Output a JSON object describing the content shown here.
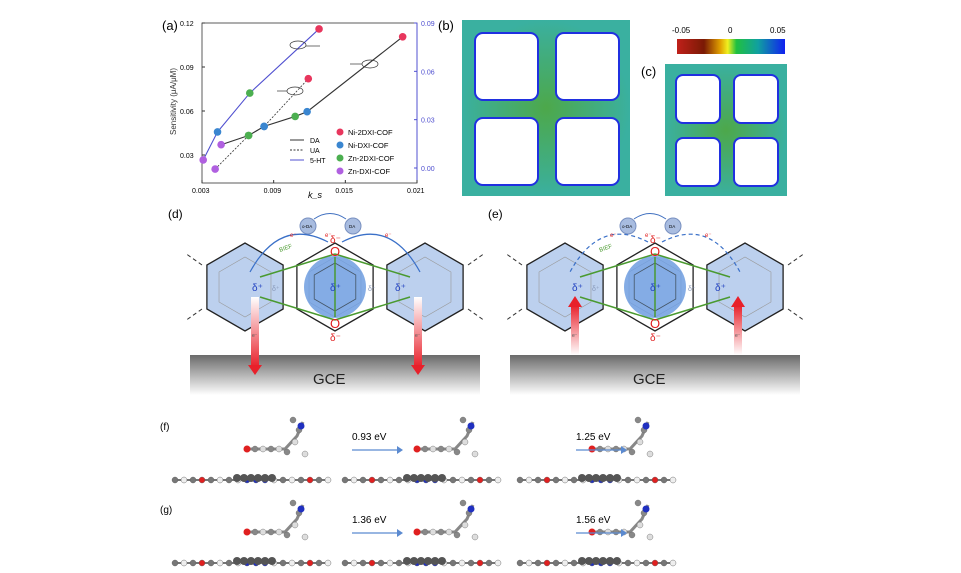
{
  "panel_labels": {
    "a": "(a)",
    "b": "(b)",
    "c": "(c)",
    "d": "(d)",
    "e": "(e)",
    "f": "(f)",
    "g": "(g)"
  },
  "chart_data": {
    "type": "scatter",
    "title": "",
    "xlabel": "k_s",
    "ylabel": "Sensitivity (μA/μM)",
    "xlim": [
      0.003,
      0.021
    ],
    "ylim_left": [
      0.015,
      0.12
    ],
    "ylim_right": [
      -0.01,
      0.09
    ],
    "xticks": [
      "0.003",
      "0.009",
      "0.015",
      "0.021"
    ],
    "yticks_left": [
      "0.03",
      "0.06",
      "0.09",
      "0.12"
    ],
    "yticks_right": [
      "0.00",
      "0.03",
      "0.06",
      "0.09"
    ],
    "legend_lines": [
      {
        "name": "DA",
        "style": "solid",
        "color": "#333333"
      },
      {
        "name": "UA",
        "style": "dotted",
        "color": "#333333"
      },
      {
        "name": "5-HT",
        "style": "solid",
        "color": "#5050d0"
      }
    ],
    "legend_markers": [
      {
        "name": "Ni-2DXI-COF",
        "color": "#e8365d"
      },
      {
        "name": "Ni-DXI-COF",
        "color": "#3a86d0"
      },
      {
        "name": "Zn-2DXI-COF",
        "color": "#4caf50"
      },
      {
        "name": "Zn-DXI-COF",
        "color": "#b060e0"
      }
    ],
    "series": [
      {
        "name": "DA",
        "axis": "left",
        "style": "solid",
        "points": [
          {
            "material": "Zn-DXI-COF",
            "x": 0.0046,
            "y": 0.037
          },
          {
            "material": "Zn-2DXI-COF",
            "x": 0.0069,
            "y": 0.0433
          },
          {
            "material": "Ni-DXI-COF",
            "x": 0.0082,
            "y": 0.0495
          },
          {
            "material": "Zn-2DXI-COF",
            "x": 0.0108,
            "y": 0.0563
          },
          {
            "material": "Ni-DXI-COF",
            "x": 0.0118,
            "y": 0.0595
          },
          {
            "material": "Ni-2DXI-COF",
            "x": 0.0198,
            "y": 0.1106
          }
        ]
      },
      {
        "name": "UA",
        "axis": "left",
        "style": "dotted",
        "points": [
          {
            "material": "Zn-DXI-COF",
            "x": 0.0041,
            "y": 0.0204
          },
          {
            "material": "Zn-2DXI-COF",
            "x": 0.0069,
            "y": 0.0433
          },
          {
            "material": "Ni-DXI-COF",
            "x": 0.0082,
            "y": 0.0495
          },
          {
            "material": "Ni-2DXI-COF",
            "x": 0.0119,
            "y": 0.082
          }
        ]
      },
      {
        "name": "5-HT",
        "axis": "right",
        "style": "solid",
        "points": [
          {
            "material": "Zn-DXI-COF",
            "x": 0.0031,
            "y": 0.005
          },
          {
            "material": "Ni-DXI-COF",
            "x": 0.0043,
            "y": 0.0224
          },
          {
            "material": "Zn-2DXI-COF",
            "x": 0.007,
            "y": 0.0465
          },
          {
            "material": "Ni-2DXI-COF",
            "x": 0.0128,
            "y": 0.0863
          }
        ]
      }
    ]
  },
  "colorbar": {
    "min_label": "-0.05",
    "mid_label": "0",
    "max_label": "0.05"
  },
  "schematic": {
    "delta_minus": "δ⁻",
    "delta_plus": "δ⁺",
    "electron": "e⁻",
    "oxidized": "o-DA",
    "reduced": "DA",
    "field": "BIEF",
    "oxygen": "O",
    "electrode": "GCE"
  },
  "energies": {
    "f": [
      "0.93 eV",
      "1.25 eV"
    ],
    "g": [
      "1.36 eV",
      "1.56 eV"
    ]
  }
}
